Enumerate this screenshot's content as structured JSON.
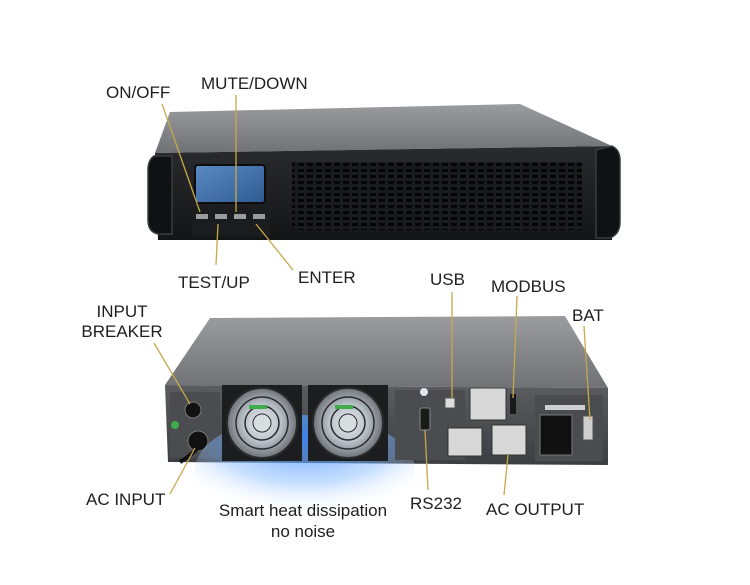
{
  "labels": {
    "on_off": "ON/OFF",
    "mute_down": "MUTE/DOWN",
    "test_up": "TEST/UP",
    "enter": "ENTER",
    "usb": "USB",
    "modbus": "MODBUS",
    "bat": "BAT",
    "input_breaker_line1": "INPUT",
    "input_breaker_line2": "BREAKER",
    "ac_input": "AC INPUT",
    "rs232": "RS232",
    "ac_output": "AC OUTPUT"
  },
  "caption": {
    "line1": "Smart heat dissipation",
    "line2": "no noise"
  },
  "colors": {
    "chassis_top": "#8a8c8f",
    "chassis_front": "#1c1d1f",
    "lcd": "#3f6fa8",
    "pointer_line": "#c9a84a",
    "airflow": "#7fb6ff"
  }
}
